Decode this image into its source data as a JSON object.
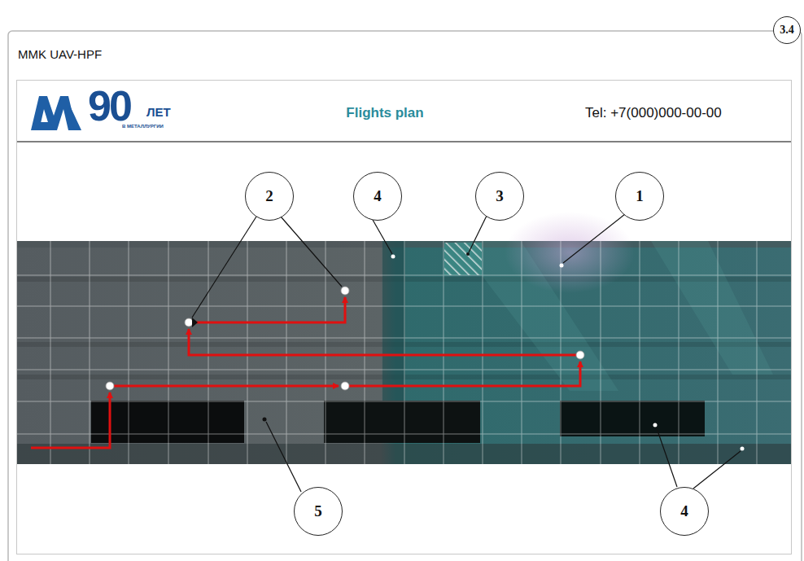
{
  "diagram": {
    "title": "MMK UAV-HPF",
    "nodes": [
      {
        "text": [
          "3.4"
        ]
      },
      {
        "text": [
          "Flights plan",
          "Tel: +7(000)000-00-00"
        ]
      },
      {
        "text": [
          "2"
        ],
        "in": 1
      },
      {
        "text": [
          "4"
        ],
        "in": 1
      },
      {
        "text": [
          "3"
        ],
        "in": 1
      },
      {
        "text": [
          "1"
        ],
        "in": 1
      },
      {
        "text": [
          "5"
        ],
        "in": 1
      },
      {
        "text": [
          "4"
        ],
        "in": 1
      }
    ],
    "labels": [
      "90",
      "ЛЕТ",
      "В МЕТАЛЛУРГИИ"
    ]
  }
}
